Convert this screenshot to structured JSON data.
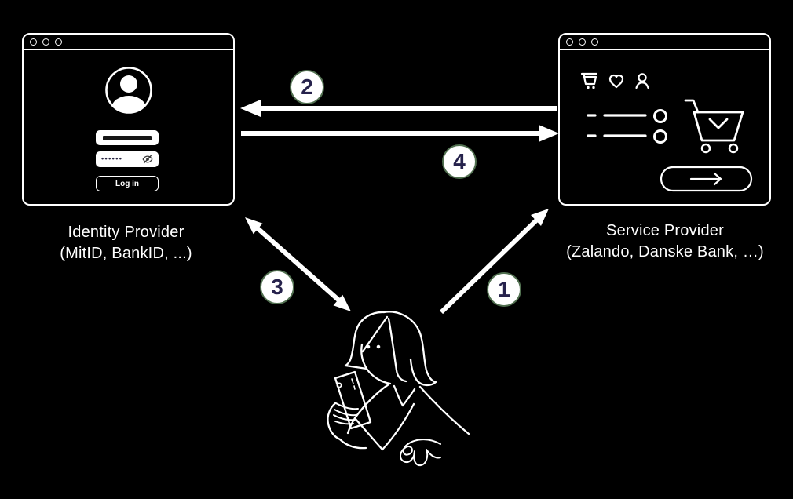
{
  "colors": {
    "background": "#000000",
    "line": "#ffffff",
    "badge_fill": "#ffffff",
    "badge_ring": "#517050",
    "badge_number": "#26224c",
    "password_dot": "#26233f"
  },
  "identity_provider": {
    "caption_line1": "Identity Provider",
    "caption_line2": "(MitID, BankID, ...)",
    "password_mask": "••••••",
    "login_button_label": "Log in"
  },
  "service_provider": {
    "caption_line1": "Service Provider",
    "caption_line2": "(Zalando, Danske Bank, …)"
  },
  "steps": {
    "step1": "1",
    "step2": "2",
    "step3": "3",
    "step4": "4"
  },
  "icons": {
    "window_controls": "traffic-light-circles",
    "idp_avatar": "user-avatar-icon",
    "password_toggle": "eye-slash-icon",
    "sp_toolbar": [
      "cart-icon",
      "heart-icon",
      "user-icon"
    ],
    "sp_checkout": "cart-checkout-icon",
    "sp_continue": "right-arrow-icon",
    "center_figure": "person-with-phone-illustration"
  }
}
